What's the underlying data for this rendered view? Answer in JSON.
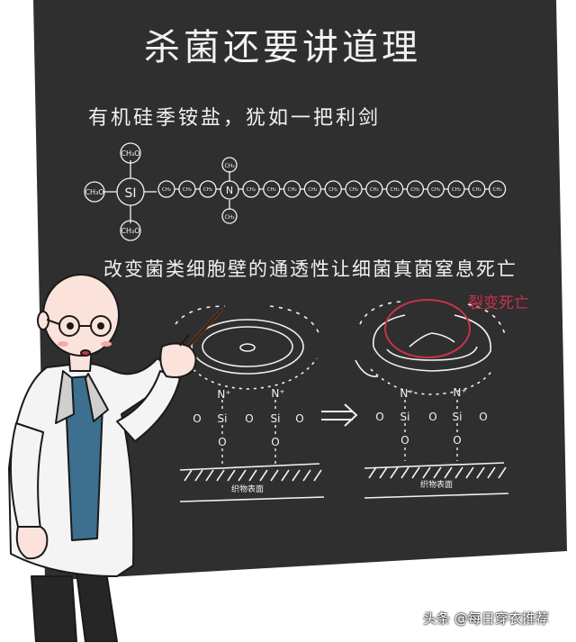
{
  "board": {
    "title": "杀菌还要讲道理",
    "line1": "有机硅季铵盐，犹如一把利剑",
    "line2": "改变菌类细胞壁的通透性让细菌真菌窒息死亡",
    "crack_label": "裂变死亡"
  },
  "molecule": {
    "si_label": "SI",
    "n_label": "N",
    "ch3o_label": "CH₃O",
    "ch3_label": "CH₃",
    "ch2_label": "CH₂"
  },
  "reaction": {
    "n_plus": "N⁺",
    "si": "Si",
    "o": "O",
    "surface_label": "织物表面"
  },
  "watermark": "头条 @每日穿衣推荐",
  "colors": {
    "board": "#2f2f2f",
    "chalk": "#f2f2f2",
    "accent_red": "#c9324c",
    "shirt_blue": "#3d6f8e"
  }
}
